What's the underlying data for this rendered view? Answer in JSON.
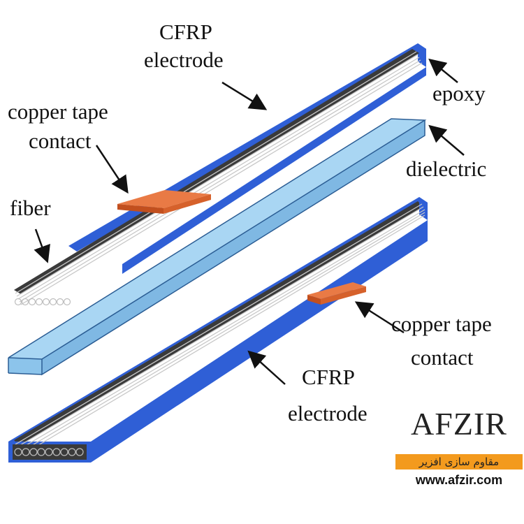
{
  "labels": {
    "cfrp_top_line1": "CFRP",
    "cfrp_top_line2": "electrode",
    "epoxy": "epoxy",
    "copper_top_line1": "copper tape",
    "copper_top_line2": "contact",
    "dielectric": "dielectric",
    "fiber": "fiber",
    "copper_bottom_line1": "copper tape",
    "copper_bottom_line2": "contact",
    "cfrp_bottom_line1": "CFRP",
    "cfrp_bottom_line2": "electrode"
  },
  "logo": {
    "word": "AFZIR",
    "tagline": "مقاوم سازی افزیر",
    "url": "www.afzir.com"
  },
  "colors": {
    "electrode_blue": "#2f5fd6",
    "fiber_dark": "#3a3a3a",
    "dielectric": "#a9d6f3",
    "copper": "#e0642c",
    "logo_accent": "#f39a1e"
  }
}
